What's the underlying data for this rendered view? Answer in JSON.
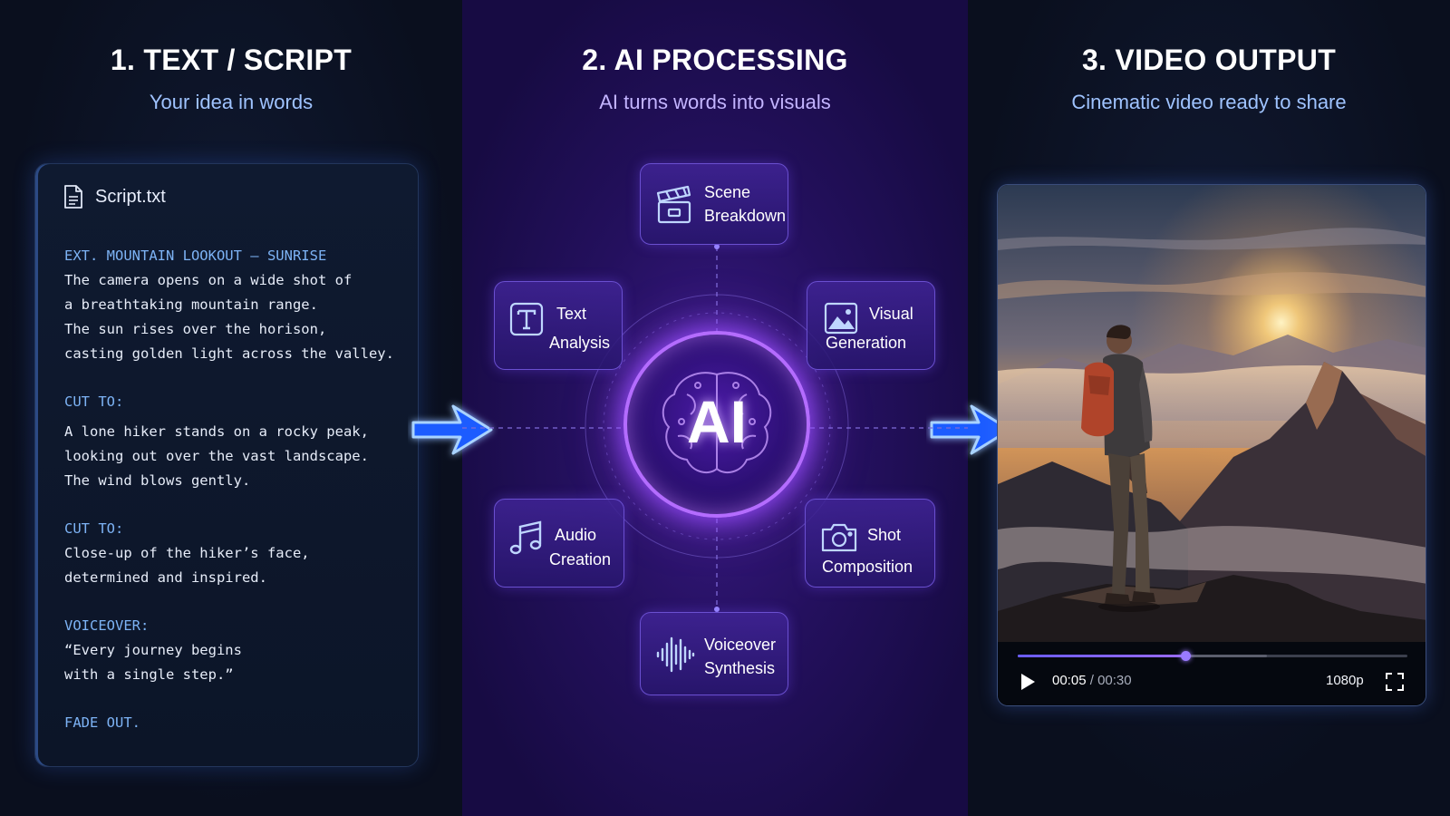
{
  "columns": [
    {
      "title": "1.  TEXT / SCRIPT",
      "subtitle": "Your idea in words"
    },
    {
      "title": "2.  AI PROCESSING",
      "subtitle": "AI turns words into visuals"
    },
    {
      "title": "3.  VIDEO OUTPUT",
      "subtitle": "Cinematic video ready to share"
    }
  ],
  "script": {
    "file_name": "Script.txt",
    "lines": [
      "EXT. MOUNTAIN LOOKOUT – SUNRISE",
      "The camera opens on a wide shot of",
      "a breathtaking mountain range.",
      "The sun rises over the horison,",
      "casting golden light across the valley.",
      "CUT TO:",
      "A lone hiker stands on a rocky peak,",
      "looking out over the vast landscape.",
      "The wind blows gently.",
      "CUT TO:",
      "Close-up of the hiker’s face,",
      "determined and inspired.",
      "VOICEOVER:",
      "“Every journey begins",
      "with a single step.”",
      "FADE OUT."
    ]
  },
  "ai": {
    "core_label": "AI",
    "nodes": {
      "scene": {
        "line1": "Scene",
        "line2": "Breakdown",
        "icon": "clapperboard-icon"
      },
      "text": {
        "line1": "Text",
        "line2": "Analysis",
        "icon": "text-icon"
      },
      "visual": {
        "line1": "Visual",
        "line2": "Generation",
        "icon": "image-icon"
      },
      "audio": {
        "line1": "Audio",
        "line2": "Creation",
        "icon": "music-note-icon"
      },
      "shot": {
        "line1": "Shot",
        "line2": "Composition",
        "icon": "camera-icon"
      },
      "voice": {
        "line1": "Voiceover",
        "line2": "Synthesis",
        "icon": "waveform-icon"
      }
    }
  },
  "video": {
    "current_time": "00:05",
    "separator": " / ",
    "total_time": "00:30",
    "quality": "1080p",
    "progress": 0.43,
    "buffered": 0.64
  },
  "colors": {
    "accent_blue": "#7db3f5",
    "accent_purple": "#b46cff"
  }
}
